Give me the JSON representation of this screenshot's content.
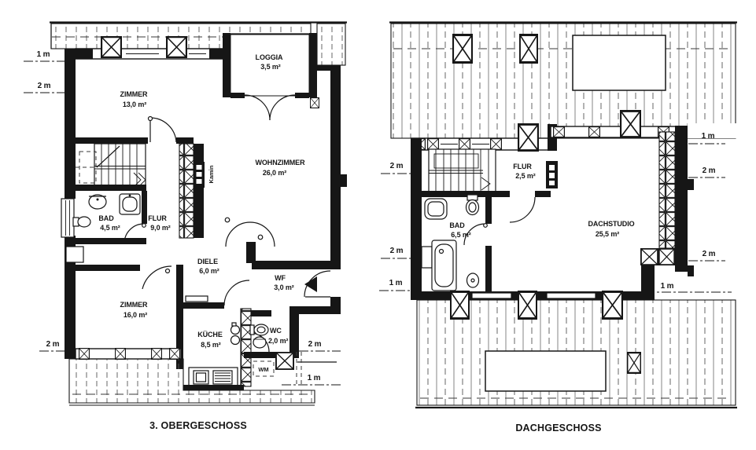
{
  "page": {
    "background": "#ffffff",
    "ink": "#161616"
  },
  "plans": {
    "obergeschoss": {
      "caption": "3. OBERGESCHOSS",
      "rooms": {
        "zimmer_nw": {
          "name": "ZIMMER",
          "area": "13,0 m²"
        },
        "loggia": {
          "name": "LOGGIA",
          "area": "3,5 m²"
        },
        "wohnzimmer": {
          "name": "WOHNZIMMER",
          "area": "26,0 m²"
        },
        "bad": {
          "name": "BAD",
          "area": "4,5 m²"
        },
        "flur": {
          "name": "FLUR",
          "area": "9,0 m²"
        },
        "diele": {
          "name": "DIELE",
          "area": "6,0 m²"
        },
        "zimmer_sw": {
          "name": "ZIMMER",
          "area": "16,0 m²"
        },
        "kueche": {
          "name": "KÜCHE",
          "area": "8,5 m²"
        },
        "wf": {
          "name": "WF",
          "area": "3,0 m²"
        },
        "wc": {
          "name": "WC",
          "area": "2,0 m²"
        }
      },
      "annotations": {
        "kamin": "Kamin",
        "wm": "WM"
      },
      "dimensions": {
        "left_upper_1": "1 m",
        "left_upper_2": "2 m",
        "left_lower": "2 m",
        "right_lower_upper": "2 m",
        "right_lower_lower": "1 m"
      }
    },
    "dachgeschoss": {
      "caption": "DACHGESCHOSS",
      "rooms": {
        "flur": {
          "name": "FLUR",
          "area": "2,5 m²"
        },
        "bad": {
          "name": "BAD",
          "area": "6,5 m²"
        },
        "dachstudio": {
          "name": "DACHSTUDIO",
          "area": "25,5 m²"
        }
      },
      "dimensions": {
        "left_1": "2 m",
        "left_2": "2 m",
        "left_3": "1 m",
        "right_1": "1 m",
        "right_2": "2 m",
        "right_3": "2 m",
        "bottom_right": "1 m"
      }
    }
  }
}
